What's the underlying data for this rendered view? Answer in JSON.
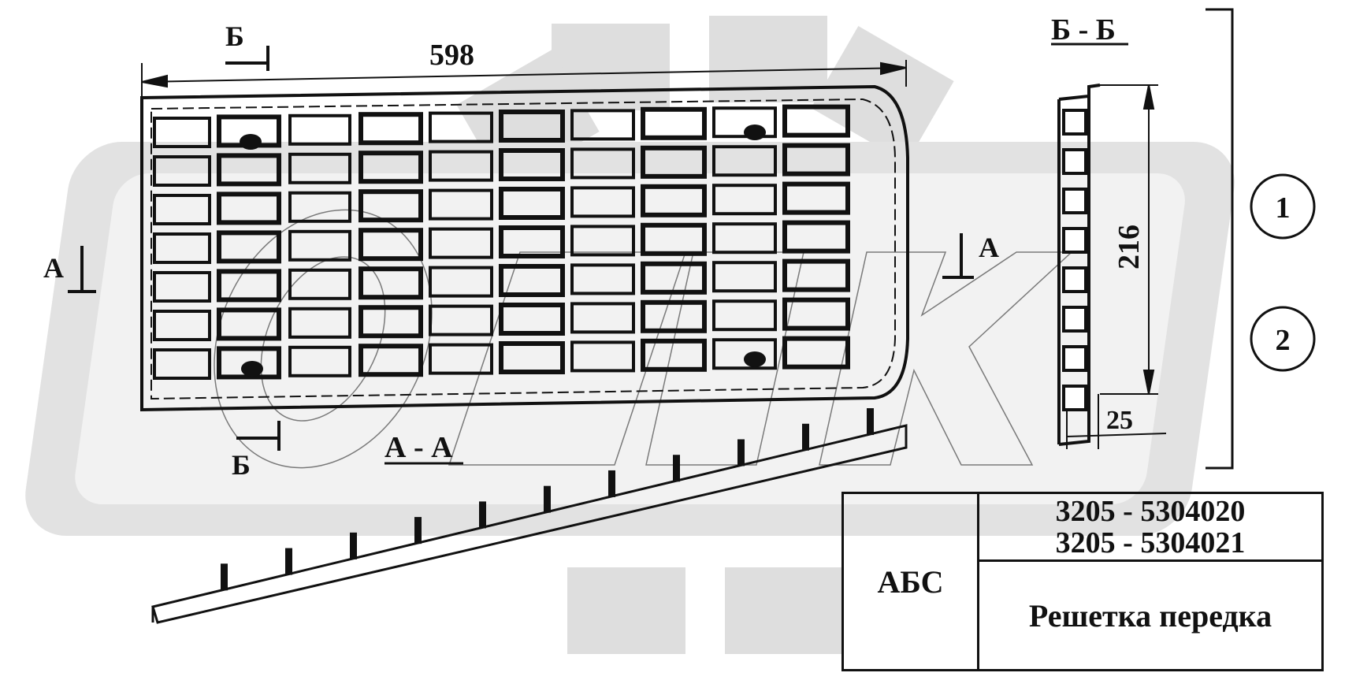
{
  "drawing": {
    "dimensions": {
      "width": "598",
      "height": "216",
      "depth": "25"
    },
    "sections": {
      "b_top": "Б",
      "b_bottom": "Б",
      "a_left": "А",
      "a_right": "А",
      "section_aa": "А - А",
      "section_bb": "Б - Б"
    },
    "callouts": [
      "1",
      "2"
    ]
  },
  "title_block": {
    "code": "АБС",
    "part_number_1": "3205 - 5304020",
    "part_number_2": "3205 - 5304021",
    "part_name": "Решетка передка"
  }
}
